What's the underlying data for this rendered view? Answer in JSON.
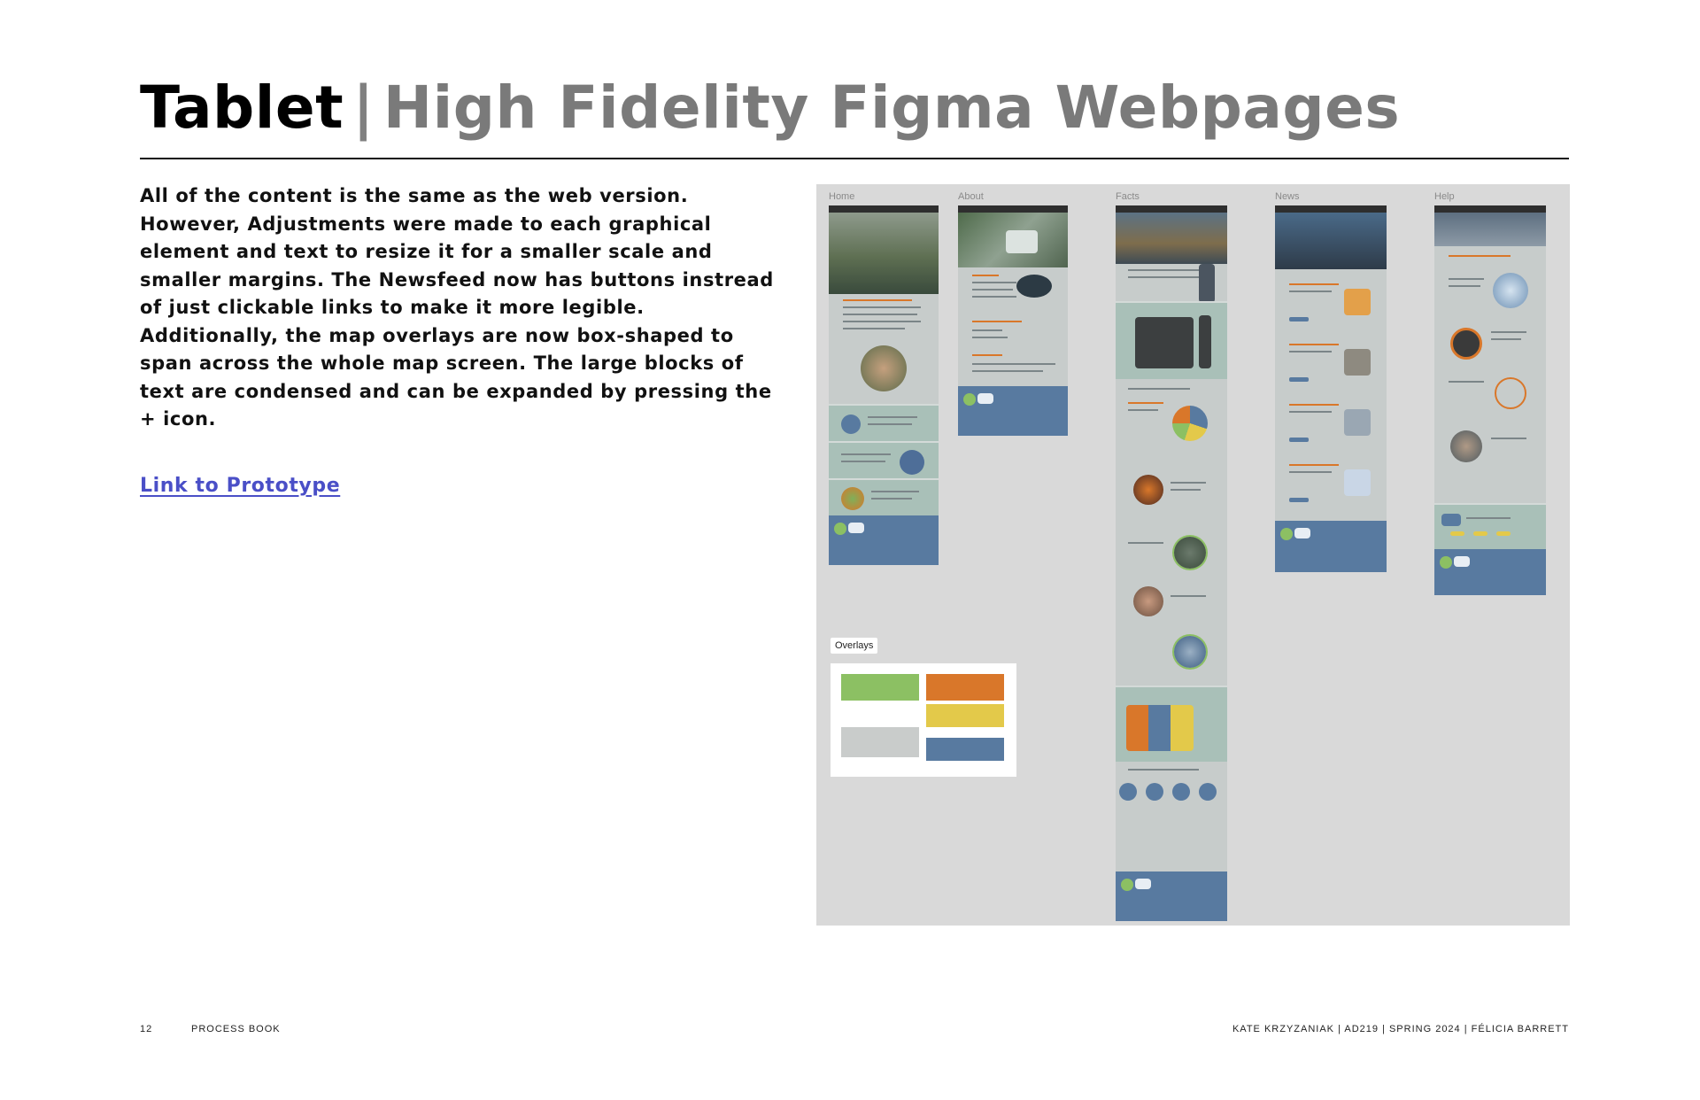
{
  "title": {
    "strong": "Tablet",
    "separator": "|",
    "light": "High Fidelity Figma Webpages"
  },
  "body": {
    "paragraph": "All of the content is the same as the web version. However, Adjustments were made to each graphical element and text to resize it for a smaller scale and smaller margins. The Newsfeed now has buttons instread of just clickable links to make it more legible. Additionally, the map overlays are now box-shaped to span across the whole map screen. The large blocks of text are condensed and can be expanded by pressing the + icon.",
    "link_label": "Link to Prototype"
  },
  "canvas": {
    "frames": [
      {
        "label": "Home"
      },
      {
        "label": "About"
      },
      {
        "label": "Facts"
      },
      {
        "label": "News"
      },
      {
        "label": "Help"
      }
    ],
    "overlays_label": "Overlays",
    "colors": {
      "canvas_bg": "#d9d9d9",
      "page_bg": "#c7cccb",
      "section_green": "#a9c0b8",
      "footer_blue": "#587aa0",
      "accent_orange": "#d9772a",
      "accent_green": "#8cc063",
      "accent_yellow": "#e3c94a"
    }
  },
  "footer": {
    "page_number": "12",
    "book_label": "PROCESS BOOK",
    "credits": "KATE KRZYZANIAK | AD219 | SPRING 2024 | FÉLICIA BARRETT"
  }
}
